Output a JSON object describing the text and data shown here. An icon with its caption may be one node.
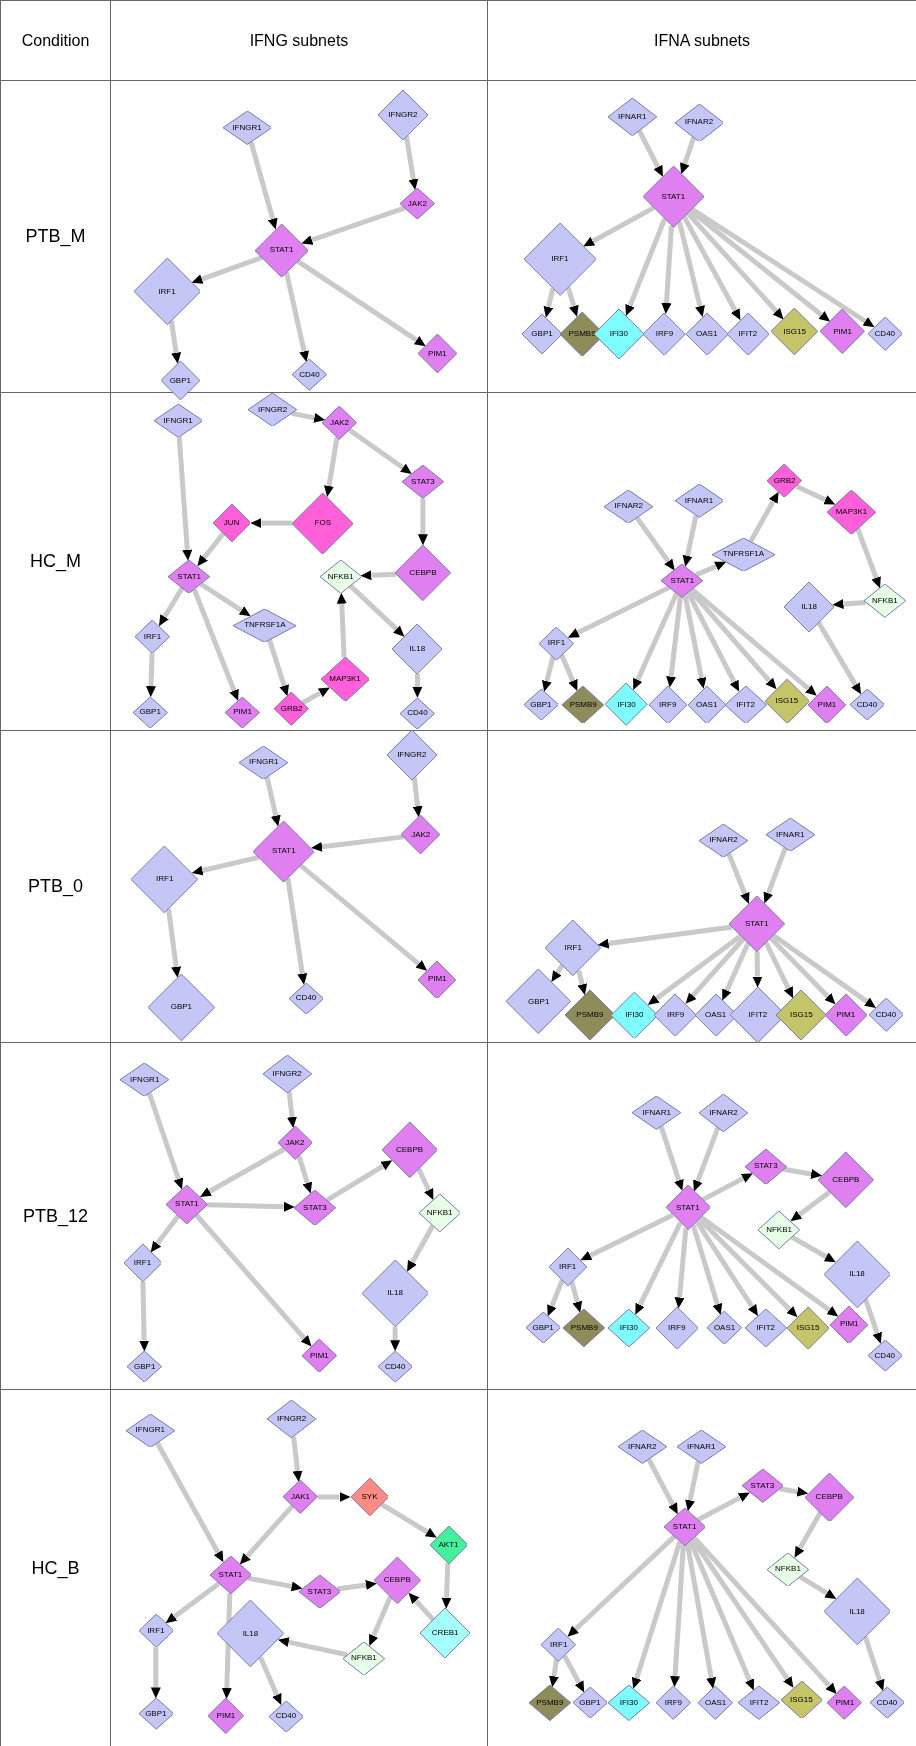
{
  "diagram": {
    "nodes": [
      {
        "text": [
          "IFNGR1"
        ]
      },
      {
        "text": [
          "IFNGR2"
        ]
      },
      {
        "text": [
          "JAK2"
        ]
      },
      {
        "text": [
          "STAT1"
        ]
      },
      {
        "text": [
          "IRF1"
        ]
      },
      {
        "text": [
          "GBP1"
        ]
      },
      {
        "text": [
          "CD40"
        ]
      },
      {
        "text": [
          "PIM1"
        ]
      },
      {
        "text": [
          "IFNAR1"
        ]
      },
      {
        "text": [
          "IFNAR2"
        ]
      },
      {
        "text": [
          "STAT1"
        ]
      },
      {
        "text": [
          "IRF1"
        ]
      },
      {
        "text": [
          "GBP1"
        ]
      },
      {
        "text": [
          "PSMB9"
        ]
      },
      {
        "text": [
          "IFI30"
        ]
      },
      {
        "text": [
          "IRF9"
        ]
      },
      {
        "text": [
          "OAS1"
        ]
      },
      {
        "text": [
          "IFIT2"
        ]
      },
      {
        "text": [
          "ISG15"
        ]
      },
      {
        "text": [
          "PIM1"
        ]
      },
      {
        "text": [
          "CD40"
        ]
      },
      {
        "text": [
          "IFNGR1"
        ]
      },
      {
        "text": [
          "IFNGR2"
        ]
      },
      {
        "text": [
          "JAK2"
        ]
      },
      {
        "text": [
          "STAT3"
        ]
      },
      {
        "text": [
          "FOS"
        ]
      },
      {
        "text": [
          "JUN"
        ]
      },
      {
        "text": [
          "CEBPB"
        ]
      },
      {
        "text": [
          "NFKB1"
        ]
      },
      {
        "text": [
          "STAT1"
        ]
      },
      {
        "text": [
          "IRF1"
        ]
      },
      {
        "text": [
          "TNFRSF1A"
        ]
      },
      {
        "text": [
          "IL18"
        ]
      },
      {
        "text": [
          "MAP3K1"
        ]
      },
      {
        "text": [
          "GRB2"
        ]
      },
      {
        "text": [
          "GBP1"
        ]
      },
      {
        "text": [
          "PIM1"
        ]
      },
      {
        "text": [
          "CD40"
        ]
      },
      {
        "text": [
          "IFNAR2"
        ]
      },
      {
        "text": [
          "IFNAR1"
        ]
      },
      {
        "text": [
          "GRB2"
        ]
      },
      {
        "text": [
          "MAP3K1"
        ]
      },
      {
        "text": [
          "TNFRSF1A"
        ]
      },
      {
        "text": [
          "STAT1"
        ]
      },
      {
        "text": [
          "NFKB1"
        ]
      },
      {
        "text": [
          "IL18"
        ]
      },
      {
        "text": [
          "IRF1"
        ]
      },
      {
        "text": [
          "GBP1"
        ]
      },
      {
        "text": [
          "PSMB9"
        ]
      },
      {
        "text": [
          "IFI30"
        ]
      },
      {
        "text": [
          "IRF9"
        ]
      },
      {
        "text": [
          "OAS1"
        ]
      },
      {
        "text": [
          "IFIT2"
        ]
      },
      {
        "text": [
          "ISG15"
        ]
      },
      {
        "text": [
          "PIM1"
        ]
      },
      {
        "text": [
          "CD40"
        ]
      },
      {
        "text": [
          "IFNGR1"
        ]
      },
      {
        "text": [
          "IFNGR2"
        ]
      },
      {
        "text": [
          "JAK2"
        ]
      },
      {
        "text": [
          "STAT1"
        ]
      },
      {
        "text": [
          "IRF1"
        ]
      },
      {
        "text": [
          "GBP1"
        ]
      },
      {
        "text": [
          "CD40"
        ]
      },
      {
        "text": [
          "PIM1"
        ]
      },
      {
        "text": [
          "IFNAR2"
        ]
      },
      {
        "text": [
          "IFNAR1"
        ]
      },
      {
        "text": [
          "STAT1"
        ]
      },
      {
        "text": [
          "IRF1"
        ]
      },
      {
        "text": [
          "GBP1"
        ]
      },
      {
        "text": [
          "PSMB9"
        ]
      },
      {
        "text": [
          "IFI30"
        ]
      },
      {
        "text": [
          "IRF9"
        ]
      },
      {
        "text": [
          "OAS1"
        ]
      },
      {
        "text": [
          "IFIT2"
        ]
      },
      {
        "text": [
          "ISG15"
        ]
      },
      {
        "text": [
          "PIM1"
        ]
      },
      {
        "text": [
          "CD40"
        ]
      },
      {
        "text": [
          "IFNGR1"
        ]
      },
      {
        "text": [
          "IFNGR2"
        ]
      },
      {
        "text": [
          "JAK2"
        ]
      },
      {
        "text": [
          "CEBPB"
        ]
      },
      {
        "text": [
          "STAT1"
        ]
      },
      {
        "text": [
          "STAT3"
        ]
      },
      {
        "text": [
          "NFKB1"
        ]
      },
      {
        "text": [
          "IRF1"
        ]
      },
      {
        "text": [
          "IL18"
        ]
      },
      {
        "text": [
          "GBP1"
        ]
      },
      {
        "text": [
          "PIM1"
        ]
      },
      {
        "text": [
          "CD40"
        ]
      },
      {
        "text": [
          "IFNAR1"
        ]
      },
      {
        "text": [
          "IFNAR2"
        ]
      },
      {
        "text": [
          "STAT3"
        ]
      },
      {
        "text": [
          "CEBPB"
        ]
      },
      {
        "text": [
          "STAT1"
        ]
      },
      {
        "text": [
          "NFKB1"
        ]
      },
      {
        "text": [
          "IRF1"
        ]
      },
      {
        "text": [
          "IL18"
        ]
      },
      {
        "text": [
          "GBP1"
        ]
      },
      {
        "text": [
          "PSMB9"
        ]
      },
      {
        "text": [
          "IFI30"
        ]
      },
      {
        "text": [
          "IRF9"
        ]
      },
      {
        "text": [
          "OAS1"
        ]
      },
      {
        "text": [
          "IFIT2"
        ]
      },
      {
        "text": [
          "ISG15"
        ]
      },
      {
        "text": [
          "PIM1"
        ]
      },
      {
        "text": [
          "CD40"
        ]
      },
      {
        "text": [
          "IFNGR1"
        ]
      },
      {
        "text": [
          "IFNGR2"
        ]
      },
      {
        "text": [
          "JAK1"
        ]
      },
      {
        "text": [
          "SYK"
        ]
      },
      {
        "text": [
          "AKT1"
        ]
      },
      {
        "text": [
          "STAT1"
        ]
      },
      {
        "text": [
          "STAT3"
        ]
      },
      {
        "text": [
          "CEBPB"
        ]
      },
      {
        "text": [
          "IRF1"
        ]
      },
      {
        "text": [
          "IL18"
        ]
      },
      {
        "text": [
          "CREB1"
        ]
      },
      {
        "text": [
          "NFKB1"
        ]
      },
      {
        "text": [
          "GBP1"
        ]
      },
      {
        "text": [
          "PIM1"
        ]
      },
      {
        "text": [
          "CD40"
        ]
      },
      {
        "text": [
          "IFNAR2"
        ]
      },
      {
        "text": [
          "IFNAR1"
        ]
      },
      {
        "text": [
          "STAT3"
        ]
      },
      {
        "text": [
          "CEBPB"
        ]
      },
      {
        "text": [
          "STAT1"
        ]
      },
      {
        "text": [
          "NFKB1"
        ]
      },
      {
        "text": [
          "IL18"
        ]
      },
      {
        "text": [
          "IRF1"
        ]
      },
      {
        "text": [
          "PSMB9"
        ]
      },
      {
        "text": [
          "GBP1"
        ]
      },
      {
        "text": [
          "IFI30"
        ]
      },
      {
        "text": [
          "IRF9"
        ]
      },
      {
        "text": [
          "OAS1"
        ]
      },
      {
        "text": [
          "IFIT2"
        ]
      },
      {
        "text": [
          "ISG15"
        ]
      },
      {
        "text": [
          "PIM1"
        ]
      },
      {
        "text": [
          "CD40"
        ]
      }
    ],
    "edges": [
      {
        "from": 0,
        "to": 3,
        "arrow": "to"
      },
      {
        "from": 1,
        "to": 2,
        "arrow": "to"
      },
      {
        "from": 2,
        "to": 3,
        "arrow": "to"
      },
      {
        "from": 3,
        "to": 4,
        "arrow": "to"
      },
      {
        "from": 4,
        "to": 5,
        "arrow": "to"
      },
      {
        "from": 3,
        "to": 6,
        "arrow": "to"
      },
      {
        "from": 3,
        "to": 7,
        "arrow": "to"
      },
      {
        "from": 8,
        "to": 10,
        "arrow": "to"
      },
      {
        "from": 9,
        "to": 10,
        "arrow": "to"
      },
      {
        "from": 10,
        "to": 11,
        "arrow": "to"
      },
      {
        "from": 11,
        "to": 12,
        "arrow": "to"
      },
      {
        "from": 11,
        "to": 13,
        "arrow": "to"
      },
      {
        "from": 10,
        "to": 14,
        "arrow": "to"
      },
      {
        "from": 10,
        "to": 15,
        "arrow": "to"
      },
      {
        "from": 10,
        "to": 16,
        "arrow": "to"
      },
      {
        "from": 10,
        "to": 17,
        "arrow": "to"
      },
      {
        "from": 10,
        "to": 18,
        "arrow": "to"
      },
      {
        "from": 10,
        "to": 19,
        "arrow": "to"
      },
      {
        "from": 10,
        "to": 20,
        "arrow": "to"
      },
      {
        "from": 22,
        "to": 23,
        "arrow": "to"
      },
      {
        "from": 23,
        "to": 24,
        "arrow": "to"
      },
      {
        "from": 23,
        "to": 25,
        "arrow": "to"
      },
      {
        "from": 25,
        "to": 26,
        "arrow": "to"
      },
      {
        "from": 26,
        "to": 29,
        "arrow": "to"
      },
      {
        "from": 24,
        "to": 27,
        "arrow": "to"
      },
      {
        "from": 27,
        "to": 28,
        "arrow": "to"
      },
      {
        "from": 21,
        "to": 29,
        "arrow": "to"
      },
      {
        "from": 29,
        "to": 30,
        "arrow": "to"
      },
      {
        "from": 29,
        "to": 31,
        "arrow": "to"
      },
      {
        "from": 30,
        "to": 35,
        "arrow": "to"
      },
      {
        "from": 29,
        "to": 36,
        "arrow": "to"
      },
      {
        "from": 31,
        "to": 34,
        "arrow": "to"
      },
      {
        "from": 34,
        "to": 33,
        "arrow": "to"
      },
      {
        "from": 33,
        "to": 28,
        "arrow": "to"
      },
      {
        "from": 28,
        "to": 32,
        "arrow": "to"
      },
      {
        "from": 32,
        "to": 37,
        "arrow": "to"
      },
      {
        "from": 38,
        "to": 43,
        "arrow": "to"
      },
      {
        "from": 39,
        "to": 43,
        "arrow": "to"
      },
      {
        "from": 43,
        "to": 42,
        "arrow": "to"
      },
      {
        "from": 42,
        "to": 40,
        "arrow": "to"
      },
      {
        "from": 40,
        "to": 41,
        "arrow": "to"
      },
      {
        "from": 41,
        "to": 44,
        "arrow": "to"
      },
      {
        "from": 44,
        "to": 45,
        "arrow": "to"
      },
      {
        "from": 45,
        "to": 55,
        "arrow": "to"
      },
      {
        "from": 43,
        "to": 46,
        "arrow": "to"
      },
      {
        "from": 46,
        "to": 47,
        "arrow": "to"
      },
      {
        "from": 46,
        "to": 48,
        "arrow": "to"
      },
      {
        "from": 43,
        "to": 49,
        "arrow": "to"
      },
      {
        "from": 43,
        "to": 50,
        "arrow": "to"
      },
      {
        "from": 43,
        "to": 51,
        "arrow": "to"
      },
      {
        "from": 43,
        "to": 52,
        "arrow": "to"
      },
      {
        "from": 43,
        "to": 53,
        "arrow": "to"
      },
      {
        "from": 43,
        "to": 54,
        "arrow": "to"
      },
      {
        "from": 56,
        "to": 59,
        "arrow": "to"
      },
      {
        "from": 57,
        "to": 58,
        "arrow": "to"
      },
      {
        "from": 58,
        "to": 59,
        "arrow": "to"
      },
      {
        "from": 59,
        "to": 60,
        "arrow": "to"
      },
      {
        "from": 60,
        "to": 61,
        "arrow": "to"
      },
      {
        "from": 59,
        "to": 62,
        "arrow": "to"
      },
      {
        "from": 59,
        "to": 63,
        "arrow": "to"
      },
      {
        "from": 64,
        "to": 66,
        "arrow": "to"
      },
      {
        "from": 65,
        "to": 66,
        "arrow": "to"
      },
      {
        "from": 66,
        "to": 67,
        "arrow": "to"
      },
      {
        "from": 67,
        "to": 68,
        "arrow": "to"
      },
      {
        "from": 67,
        "to": 69,
        "arrow": "to"
      },
      {
        "from": 66,
        "to": 70,
        "arrow": "to"
      },
      {
        "from": 66,
        "to": 71,
        "arrow": "to"
      },
      {
        "from": 66,
        "to": 72,
        "arrow": "to"
      },
      {
        "from": 66,
        "to": 73,
        "arrow": "to"
      },
      {
        "from": 66,
        "to": 74,
        "arrow": "to"
      },
      {
        "from": 66,
        "to": 75,
        "arrow": "to"
      },
      {
        "from": 66,
        "to": 76,
        "arrow": "to"
      },
      {
        "from": 77,
        "to": 81,
        "arrow": "to"
      },
      {
        "from": 78,
        "to": 79,
        "arrow": "to"
      },
      {
        "from": 79,
        "to": 81,
        "arrow": "to"
      },
      {
        "from": 79,
        "to": 82,
        "arrow": "to"
      },
      {
        "from": 81,
        "to": 82,
        "arrow": "to"
      },
      {
        "from": 82,
        "to": 80,
        "arrow": "to"
      },
      {
        "from": 80,
        "to": 83,
        "arrow": "to"
      },
      {
        "from": 83,
        "to": 85,
        "arrow": "to"
      },
      {
        "from": 85,
        "to": 88,
        "arrow": "to"
      },
      {
        "from": 81,
        "to": 84,
        "arrow": "to"
      },
      {
        "from": 84,
        "to": 86,
        "arrow": "to"
      },
      {
        "from": 81,
        "to": 87,
        "arrow": "to"
      },
      {
        "from": 89,
        "to": 93,
        "arrow": "to"
      },
      {
        "from": 90,
        "to": 93,
        "arrow": "to"
      },
      {
        "from": 93,
        "to": 91,
        "arrow": "to"
      },
      {
        "from": 91,
        "to": 92,
        "arrow": "to"
      },
      {
        "from": 92,
        "to": 94,
        "arrow": "to"
      },
      {
        "from": 94,
        "to": 96,
        "arrow": "to"
      },
      {
        "from": 96,
        "to": 105,
        "arrow": "to"
      },
      {
        "from": 93,
        "to": 95,
        "arrow": "to"
      },
      {
        "from": 95,
        "to": 97,
        "arrow": "to"
      },
      {
        "from": 95,
        "to": 98,
        "arrow": "to"
      },
      {
        "from": 93,
        "to": 99,
        "arrow": "to"
      },
      {
        "from": 93,
        "to": 100,
        "arrow": "to"
      },
      {
        "from": 93,
        "to": 101,
        "arrow": "to"
      },
      {
        "from": 93,
        "to": 102,
        "arrow": "to"
      },
      {
        "from": 93,
        "to": 103,
        "arrow": "to"
      },
      {
        "from": 93,
        "to": 104,
        "arrow": "to"
      },
      {
        "from": 106,
        "to": 111,
        "arrow": "to"
      },
      {
        "from": 107,
        "to": 108,
        "arrow": "to"
      },
      {
        "from": 108,
        "to": 111,
        "arrow": "to"
      },
      {
        "from": 108,
        "to": 109,
        "arrow": "to"
      },
      {
        "from": 109,
        "to": 110,
        "arrow": "to"
      },
      {
        "from": 110,
        "to": 116,
        "arrow": "to"
      },
      {
        "from": 116,
        "to": 113,
        "arrow": "to"
      },
      {
        "from": 111,
        "to": 112,
        "arrow": "to"
      },
      {
        "from": 112,
        "to": 113,
        "arrow": "to"
      },
      {
        "from": 113,
        "to": 117,
        "arrow": "to"
      },
      {
        "from": 117,
        "to": 115,
        "arrow": "to"
      },
      {
        "from": 115,
        "to": 120,
        "arrow": "to"
      },
      {
        "from": 111,
        "to": 114,
        "arrow": "to"
      },
      {
        "from": 114,
        "to": 118,
        "arrow": "to"
      },
      {
        "from": 111,
        "to": 119,
        "arrow": "to"
      },
      {
        "from": 121,
        "to": 125,
        "arrow": "to"
      },
      {
        "from": 122,
        "to": 125,
        "arrow": "to"
      },
      {
        "from": 125,
        "to": 123,
        "arrow": "to"
      },
      {
        "from": 123,
        "to": 124,
        "arrow": "to"
      },
      {
        "from": 124,
        "to": 126,
        "arrow": "to"
      },
      {
        "from": 126,
        "to": 127,
        "arrow": "to"
      },
      {
        "from": 127,
        "to": 137,
        "arrow": "to"
      },
      {
        "from": 125,
        "to": 128,
        "arrow": "to"
      },
      {
        "from": 128,
        "to": 129,
        "arrow": "to"
      },
      {
        "from": 128,
        "to": 130,
        "arrow": "to"
      },
      {
        "from": 125,
        "to": 131,
        "arrow": "to"
      },
      {
        "from": 125,
        "to": 132,
        "arrow": "to"
      },
      {
        "from": 125,
        "to": 133,
        "arrow": "to"
      },
      {
        "from": 125,
        "to": 134,
        "arrow": "to"
      },
      {
        "from": 125,
        "to": 135,
        "arrow": "to"
      },
      {
        "from": 125,
        "to": 136,
        "arrow": "to"
      }
    ],
    "labels": [
      "Condition",
      "IFNG subnets",
      "IFNA subnets",
      "PTB_M",
      "HC_M",
      "PTB_0",
      "PTB_12",
      "HC_B"
    ]
  }
}
